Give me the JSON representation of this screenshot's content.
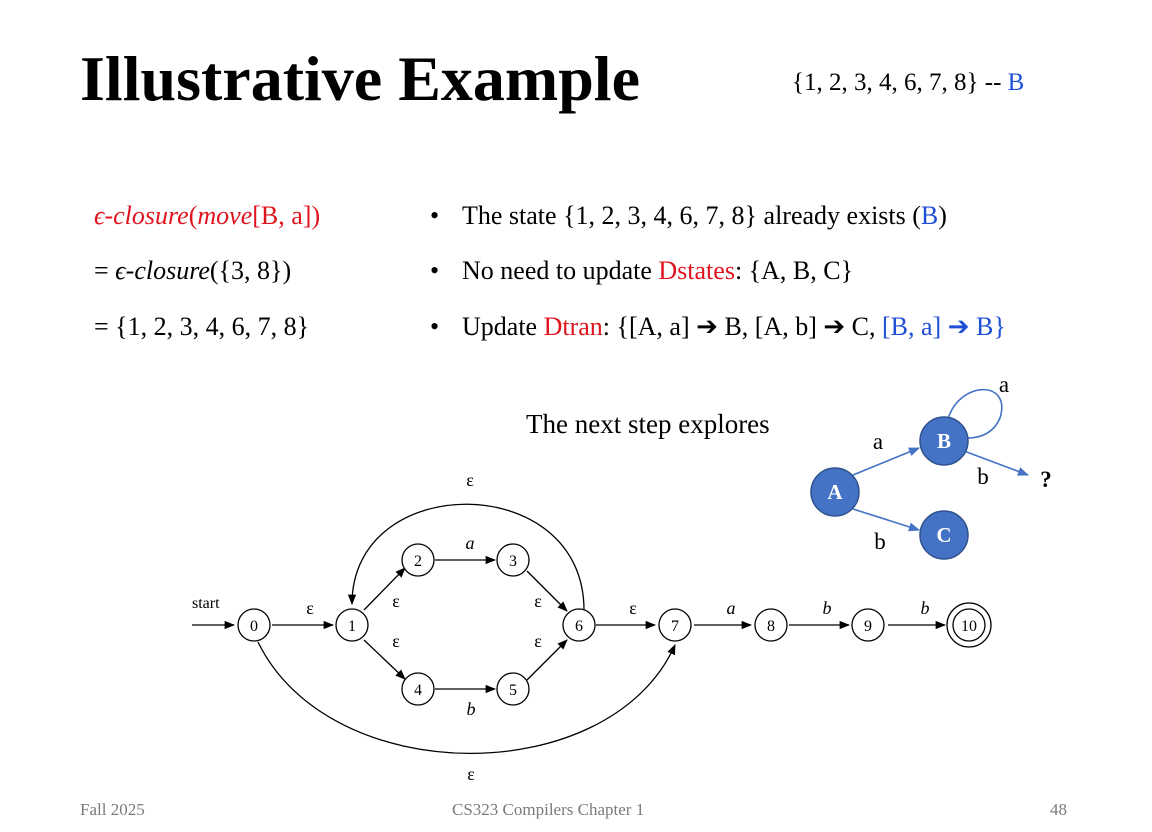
{
  "title": "Illustrative Example",
  "header_set": {
    "set": "{1, 2, 3, 4, 6, 7, 8}",
    "separator": "--",
    "name": "B"
  },
  "derivation": {
    "line1": {
      "epsilon": "ϵ",
      "closure": "-closure",
      "paren_open": "(",
      "move": "move",
      "arg": "[B, a])"
    },
    "line2": {
      "prefix": "= ",
      "epsilon": "ϵ",
      "closure": "-closure",
      "arg": "({3, 8})"
    },
    "line3": {
      "text": "= {1, 2, 3, 4, 6, 7, 8}"
    }
  },
  "bullets": {
    "marker": "•",
    "b1": {
      "text": "The state {1, 2, 3, 4, 6, 7, 8} already exists (",
      "name": "B",
      "close": ")"
    },
    "b2": {
      "prefix": "No need to update ",
      "keyword": "Dstates",
      "rest": ": {A, B, C}"
    },
    "b3": {
      "prefix": "Update ",
      "keyword": "Dtran",
      "p1": ": {[A, a] ",
      "arrow": "➔",
      "p2": " B, [A, b] ",
      "p3": " C, ",
      "blue": "[B, a] ",
      "p4": " B}"
    }
  },
  "next_step": "The next step explores",
  "dfa": {
    "states": [
      "A",
      "B",
      "C"
    ],
    "edge_a": "a",
    "edge_b": "b",
    "self_loop": "a",
    "pending_edge": "b",
    "pending_target": "?",
    "fill": "#4472c4",
    "stroke": "#2f528f",
    "edge_color": "#4472c4"
  },
  "nfa": {
    "start_label": "start",
    "states": [
      "0",
      "1",
      "2",
      "3",
      "4",
      "5",
      "6",
      "7",
      "8",
      "9",
      "10"
    ],
    "epsilon": "ε",
    "sym_a": "a",
    "sym_b": "b"
  },
  "footer": {
    "left": "Fall 2025",
    "center": "CS323 Compilers Chapter 1",
    "right": "48"
  }
}
